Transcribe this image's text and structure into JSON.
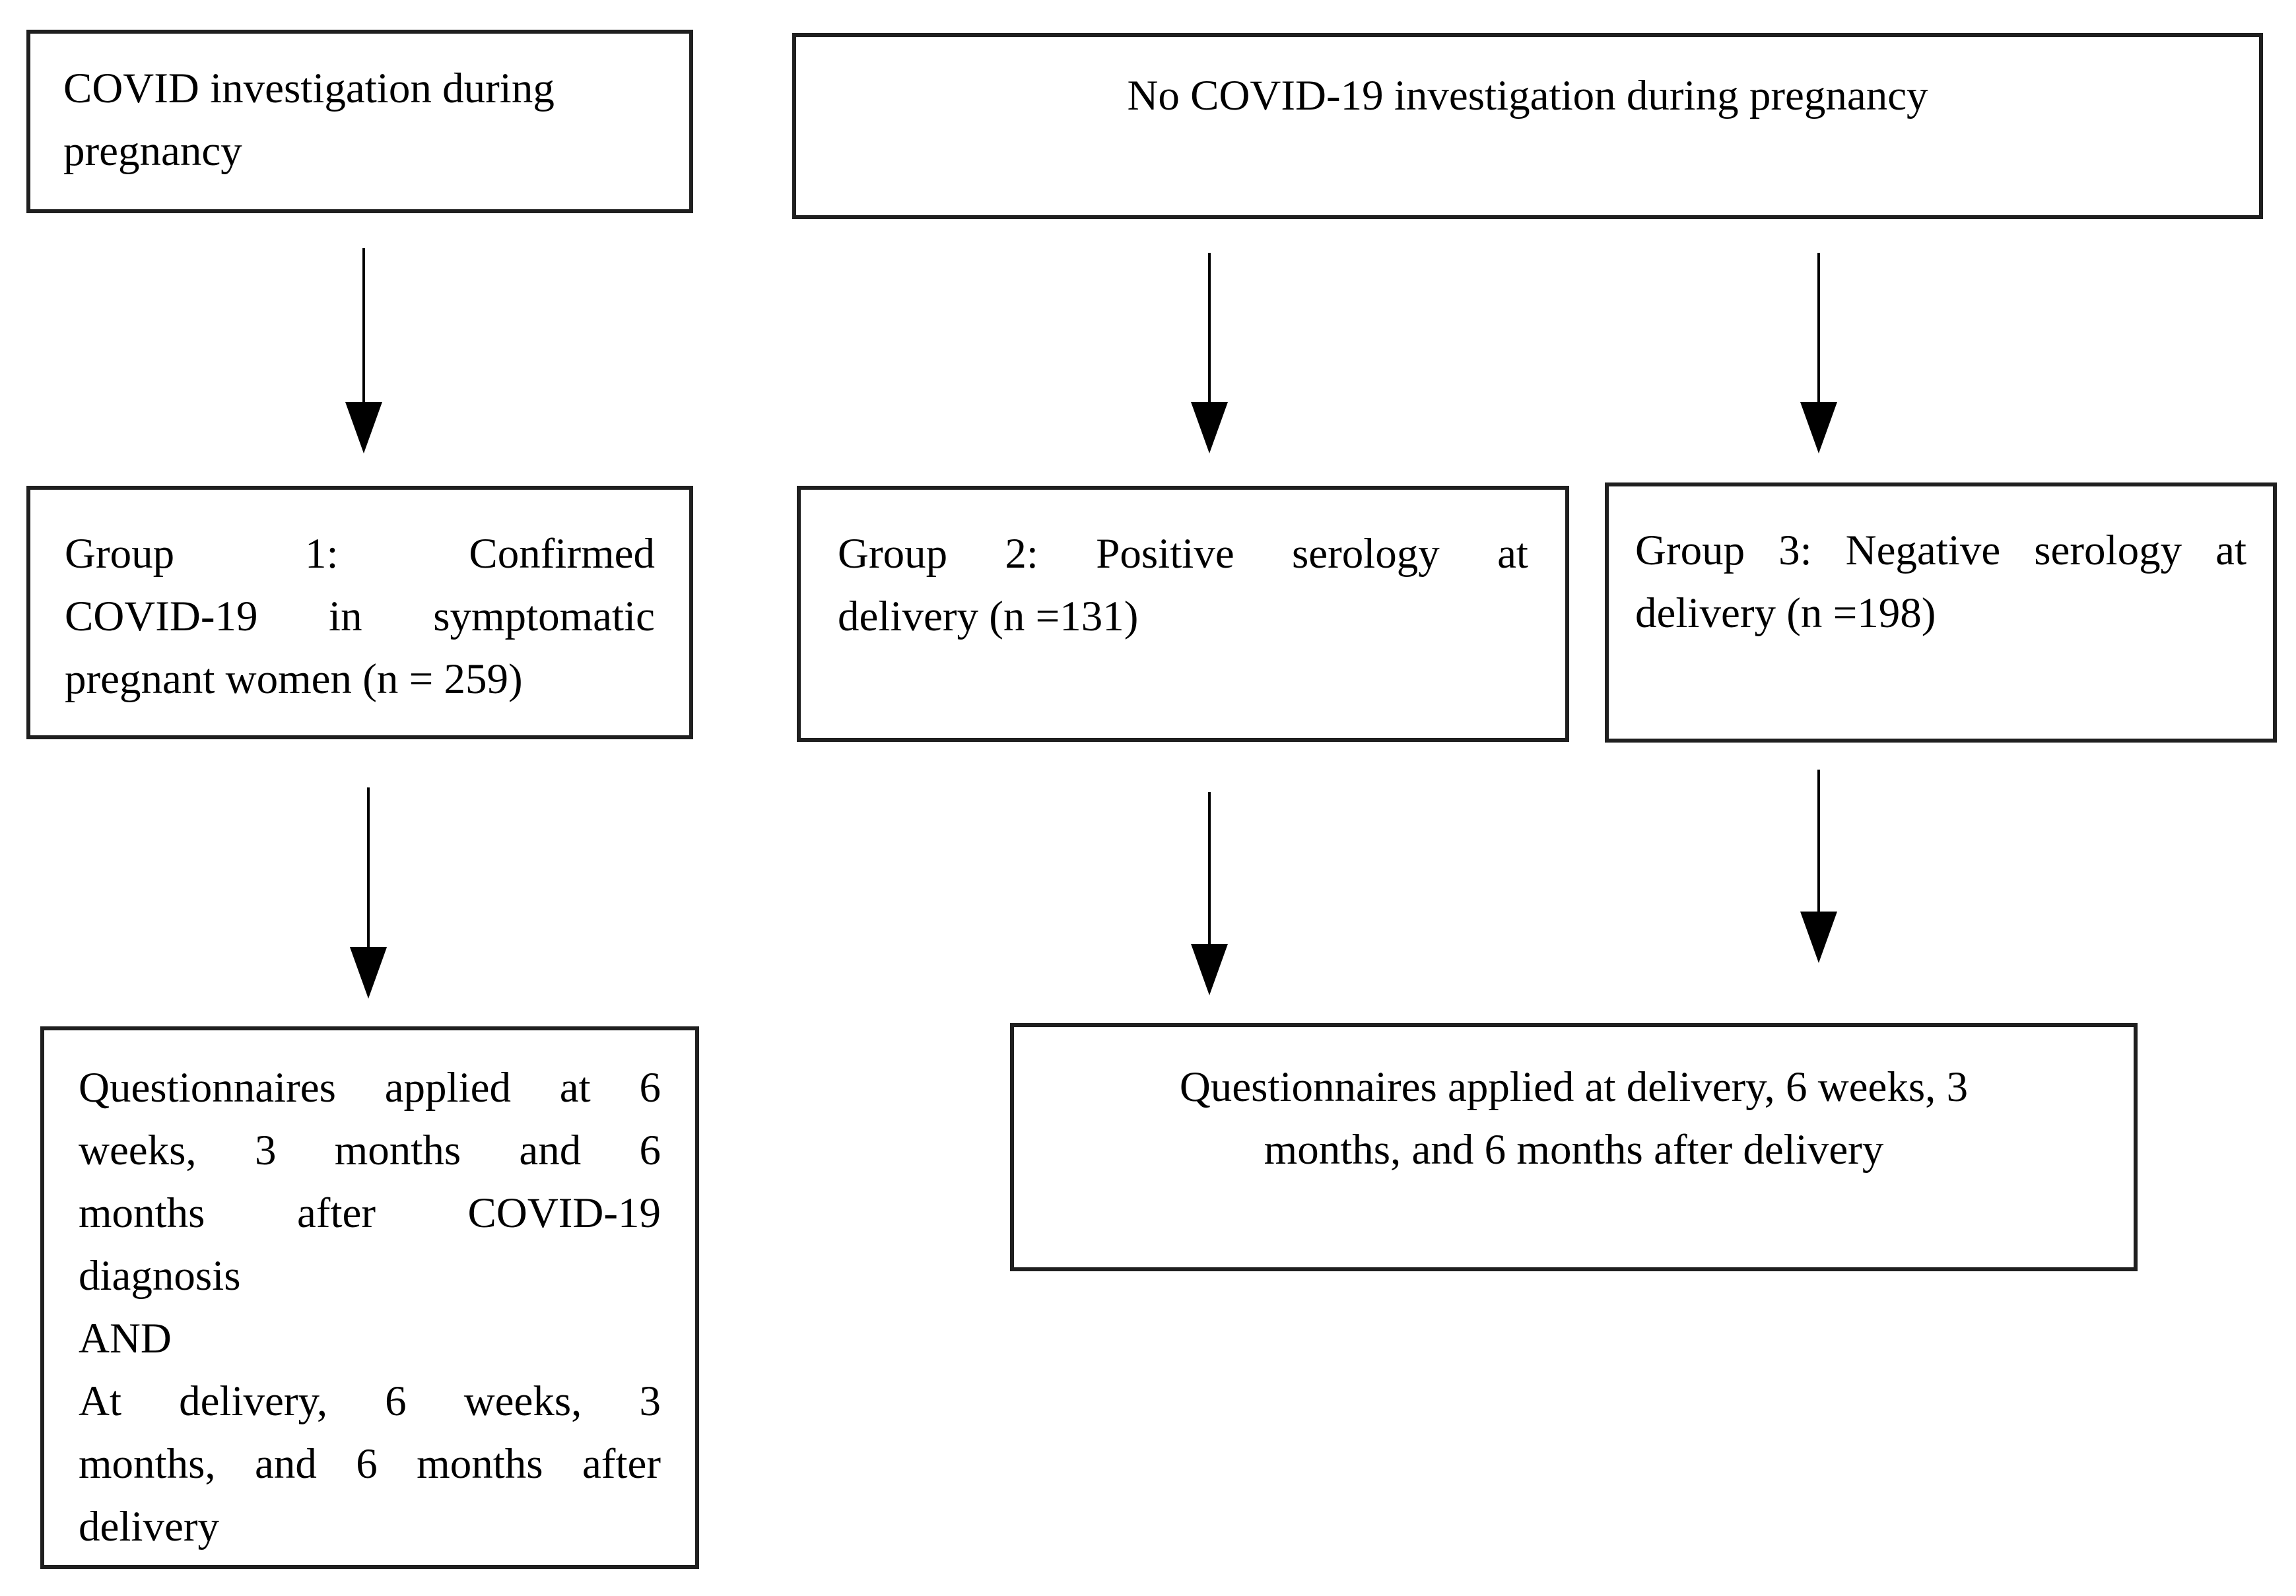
{
  "diagram": {
    "type": "flowchart",
    "colors": {
      "background": "#ffffff",
      "box_border": "#1f1f1f",
      "text": "#000000",
      "arrow": "#000000"
    },
    "nodes": {
      "covid_investigation": {
        "lines": [
          "COVID investigation during",
          "pregnancy"
        ],
        "text": "COVID investigation during pregnancy"
      },
      "no_covid_investigation": {
        "lines": [
          "No COVID-19 investigation during pregnancy"
        ],
        "text": "No COVID-19 investigation during pregnancy"
      },
      "group1": {
        "lines": [
          "Group 1: Confirmed",
          "COVID-19 in symptomatic",
          "pregnant women (n = 259)"
        ],
        "text": "Group 1: Confirmed COVID-19 in symptomatic pregnant women (n = 259)",
        "n": 259
      },
      "group2": {
        "lines": [
          "Group 2: Positive serology at",
          "delivery (n =131)"
        ],
        "text": "Group 2: Positive serology at delivery (n =131)",
        "n": 131
      },
      "group3": {
        "lines": [
          "Group 3: Negative serology at",
          "delivery (n =198)"
        ],
        "text": "Group 3: Negative serology at delivery (n =198)",
        "n": 198
      },
      "questionnaires_group1": {
        "lines": [
          "Questionnaires applied at 6",
          "weeks, 3 months and 6",
          "months after COVID-19",
          "diagnosis",
          "AND",
          "At delivery, 6 weeks, 3",
          "months, and 6 months after",
          "delivery"
        ],
        "text": "Questionnaires applied at 6 weeks, 3 months and 6 months after COVID-19 diagnosis AND At delivery, 6 weeks, 3 months, and 6 months after delivery"
      },
      "questionnaires_groups23": {
        "lines": [
          "Questionnaires applied at delivery, 6 weeks, 3",
          "months, and 6 months after delivery"
        ],
        "text": "Questionnaires applied at delivery, 6 weeks, 3 months, and 6 months after delivery"
      }
    },
    "edges": [
      {
        "from": "covid_investigation",
        "to": "group1"
      },
      {
        "from": "no_covid_investigation",
        "to": "group2"
      },
      {
        "from": "no_covid_investigation",
        "to": "group3"
      },
      {
        "from": "group1",
        "to": "questionnaires_group1"
      },
      {
        "from": "group2",
        "to": "questionnaires_groups23"
      },
      {
        "from": "group3",
        "to": "questionnaires_groups23"
      }
    ]
  }
}
